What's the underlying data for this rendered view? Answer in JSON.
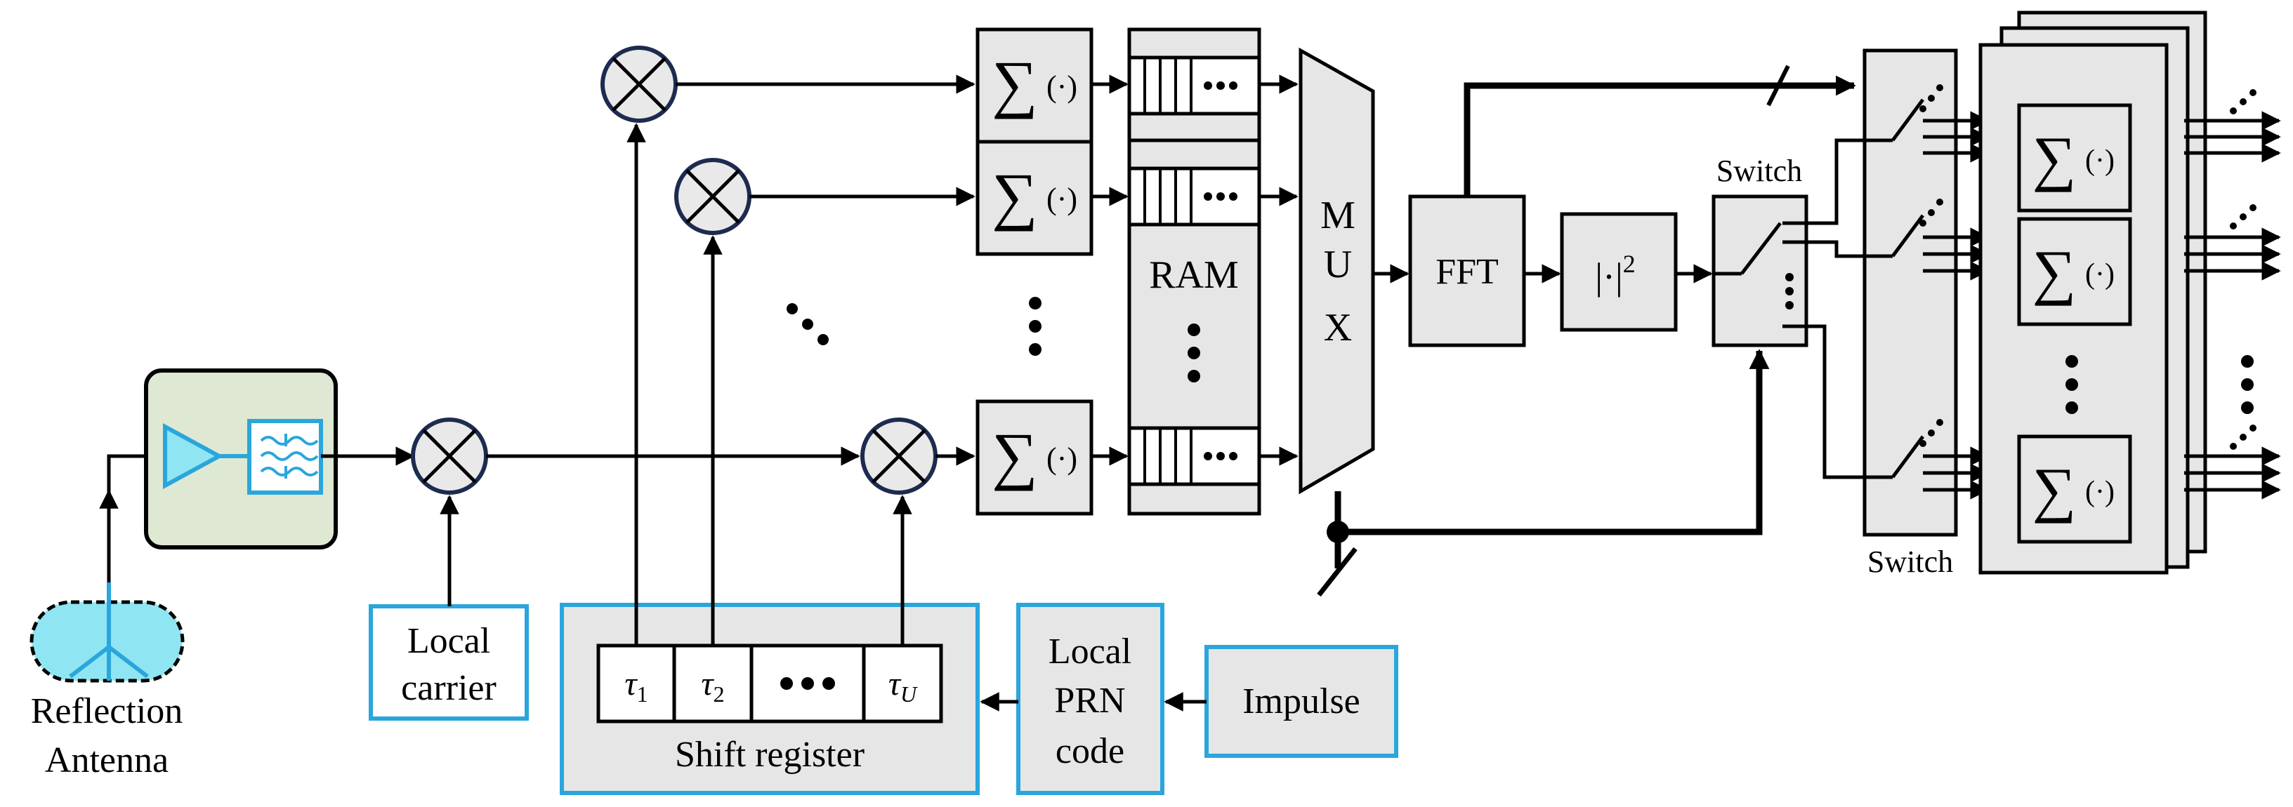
{
  "blocks": {
    "antenna_label_line1": "Reflection",
    "antenna_label_line2": "Antenna",
    "local_carrier_line1": "Local",
    "local_carrier_line2": "carrier",
    "shift_register_label": "Shift register",
    "tau1": "τ",
    "tau1_sub": "1",
    "tau2": "τ",
    "tau2_sub": "2",
    "tauU": "τ",
    "tauU_sub": "U",
    "local_prn_line1": "Local",
    "local_prn_line2": "PRN",
    "local_prn_line3": "code",
    "impulse": "Impulse",
    "sum_symbol": "∑",
    "sum_arg": "(·)",
    "ram_label": "RAM",
    "mux_m": "M",
    "mux_u": "U",
    "mux_x": "X",
    "fft": "FFT",
    "power": "|·|",
    "power_exp": "2",
    "switch_top": "Switch",
    "switch_bottom": "Switch"
  },
  "colors": {
    "blue_outline": "#2aa6dc",
    "cyan_fill": "#8fe6f2",
    "lna_fill": "#dfe8d2",
    "gray_fill": "#e6e6e6",
    "mixer_fill": "#e9e9e9",
    "mixer_outline": "#1d2b4f"
  }
}
